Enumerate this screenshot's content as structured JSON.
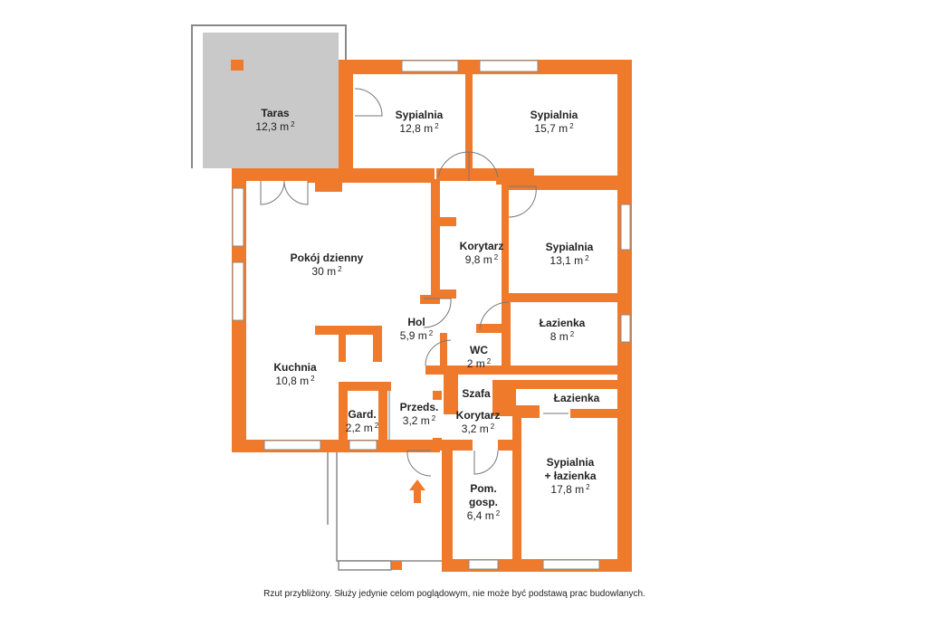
{
  "colors": {
    "wall": "#F07A2C",
    "terrace": "#C9C9C9",
    "window": "#FFFFFF",
    "thin_line": "#777777"
  },
  "rooms": [
    {
      "id": "taras",
      "name": "Taras",
      "area": "12,3 m"
    },
    {
      "id": "sypialnia-1",
      "name": "Sypialnia",
      "area": "12,8 m"
    },
    {
      "id": "sypialnia-2",
      "name": "Sypialnia",
      "area": "15,7 m"
    },
    {
      "id": "pokoj-dzienny",
      "name": "Pokój dzienny",
      "area": "30 m"
    },
    {
      "id": "korytarz-1",
      "name": "Korytarz",
      "area": "9,8 m"
    },
    {
      "id": "sypialnia-3",
      "name": "Sypialnia",
      "area": "13,1 m"
    },
    {
      "id": "hol",
      "name": "Hol",
      "area": "5,9 m"
    },
    {
      "id": "lazienka-1",
      "name": "Łazienka",
      "area": "8 m"
    },
    {
      "id": "kuchnia",
      "name": "Kuchnia",
      "area": "10,8 m"
    },
    {
      "id": "wc",
      "name": "WC",
      "area": "2 m"
    },
    {
      "id": "szafa",
      "name": "Szafa",
      "area": ""
    },
    {
      "id": "lazienka-2",
      "name": "Łazienka",
      "area": ""
    },
    {
      "id": "gard",
      "name": "Gard.",
      "area": "2,2 m"
    },
    {
      "id": "przeds",
      "name": "Przeds.",
      "area": "3,2 m"
    },
    {
      "id": "korytarz-2",
      "name": "Korytarz",
      "area": "3,2 m"
    },
    {
      "id": "pom-gosp",
      "name": "Pom.\ngosp.",
      "area": "6,4 m"
    },
    {
      "id": "sypialnia-lazienka",
      "name": "Sypialnia\n+ łazienka",
      "area": "17,8 m"
    }
  ],
  "area_exponent": "2",
  "disclaimer": "Rzut przybliżony. Służy jedynie celom poglądowym, nie może być podstawą prac budowlanych."
}
